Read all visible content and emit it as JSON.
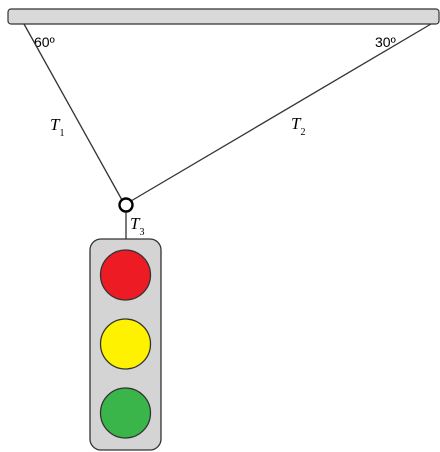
{
  "ceiling": {
    "fill_color": "#d9d9d9"
  },
  "angles": {
    "left": "60º",
    "right": "30º"
  },
  "tensions": {
    "t1": {
      "main": "T",
      "sub": "1"
    },
    "t2": {
      "main": "T",
      "sub": "2"
    },
    "t3": {
      "main": "T",
      "sub": "3"
    }
  },
  "traffic_light": {
    "housing_color": "#d4d4d4",
    "lamps": [
      {
        "name": "red",
        "color": "#ed1c24"
      },
      {
        "name": "yellow",
        "color": "#fff200"
      },
      {
        "name": "green",
        "color": "#39b54a"
      }
    ]
  }
}
